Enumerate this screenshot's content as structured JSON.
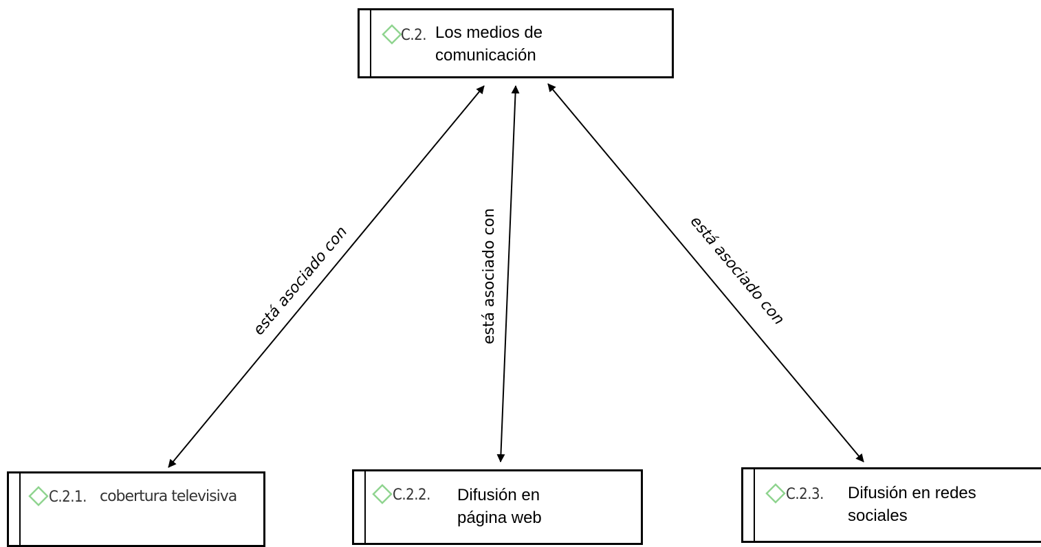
{
  "nodes": {
    "root": {
      "code": "C.2.",
      "label": "Los medios de comunicación"
    },
    "child1": {
      "code": "C.2.1.",
      "label": "cobertura televisiva"
    },
    "child2": {
      "code": "C.2.2.",
      "label": "Difusión en página web"
    },
    "child3": {
      "code": "C.2.3.",
      "label": "Difusión en redes sociales"
    }
  },
  "edges": [
    {
      "from": "root",
      "to": "child1",
      "label": "está asociado con",
      "bidirectional": true
    },
    {
      "from": "root",
      "to": "child2",
      "label": "está asociado con",
      "bidirectional": true
    },
    {
      "from": "root",
      "to": "child3",
      "label": "está asociado con",
      "bidirectional": true
    }
  ],
  "colors": {
    "diamond": "#8fd48f",
    "line": "#000000"
  }
}
